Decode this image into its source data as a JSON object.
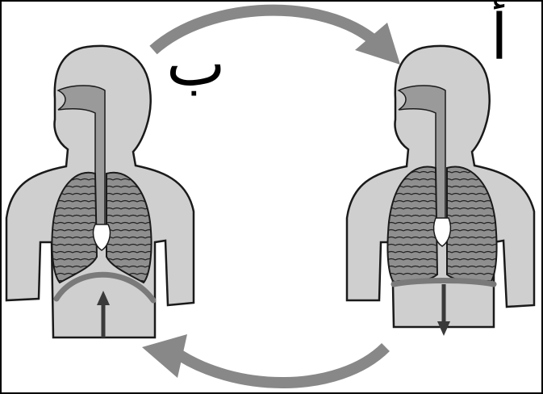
{
  "labels": {
    "a": "أ",
    "b": "ب"
  },
  "figures": [
    {
      "id": "a",
      "phase": "inhalation",
      "diaphragm": "flat",
      "arrow": "down"
    },
    {
      "id": "b",
      "phase": "exhalation",
      "diaphragm": "domed",
      "arrow": "up"
    }
  ],
  "cycle_arrows": [
    {
      "from": "b",
      "to": "a"
    },
    {
      "from": "a",
      "to": "b"
    }
  ],
  "colors": {
    "body_fill": "#cfcfcf",
    "outline": "#1a1a1a",
    "airway": "#9a9a9a",
    "lung": "#8a8a8a",
    "diaphragm": "#7a7a7a",
    "cycle_arrow": "#888888",
    "border": "#000000"
  }
}
